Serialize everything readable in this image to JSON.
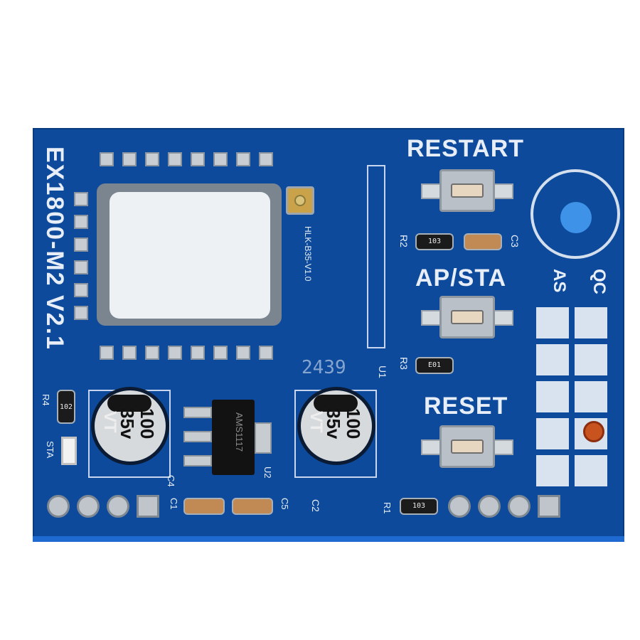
{
  "board": {
    "model_label": "EX1800-M2 V2.1",
    "module_label": "HLK-B35-V1.0",
    "buttons": {
      "restart": "RESTART",
      "ap_sta": "AP/STA",
      "reset": "RESET"
    },
    "grid_headers": {
      "as": "AS",
      "qc": "QC"
    },
    "silkscreen": {
      "r1": "R1",
      "r2": "R2",
      "r3": "R3",
      "r4": "R4",
      "c1": "C1",
      "c2": "C2",
      "c3": "C3",
      "c4": "C4",
      "c5": "C5",
      "u1": "U1",
      "u2": "U2",
      "sta": "STA",
      "date_code": "2439"
    },
    "parts": {
      "cap_value": "100",
      "cap_voltage": "35v",
      "cap_series": "VT",
      "regulator": "AMS1117",
      "res_r1": "103",
      "res_r2": "103",
      "res_r3": "E01",
      "res_r4": "102"
    },
    "colors": {
      "pcb": "#0d4a9c",
      "silk": "#e7eef8",
      "led": "#c8531f",
      "mount_dot": "#3e92e8"
    }
  }
}
